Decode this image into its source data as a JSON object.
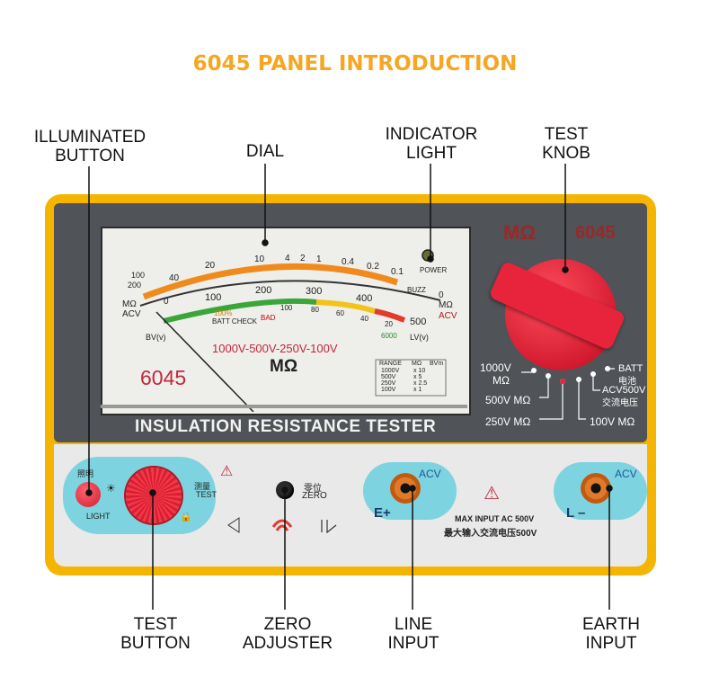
{
  "title": "6045 PANEL INTRODUCTION",
  "colors": {
    "title": "#f5a623",
    "body": "#f4b400",
    "knob": "#e8243c",
    "accent": "#7dd3df"
  },
  "callouts": {
    "illuminated": [
      "ILLUMINATED",
      "BUTTON"
    ],
    "dial": "DIAL",
    "indicator": [
      "INDICATOR",
      "LIGHT"
    ],
    "test_knob": [
      "TEST",
      "KNOB"
    ],
    "test_button": [
      "TEST",
      "BUTTON"
    ],
    "zero_adjuster": [
      "ZERO",
      "ADJUSTER"
    ],
    "line_input": [
      "LINE",
      "INPUT"
    ],
    "earth_input": [
      "EARTH",
      "INPUT"
    ]
  },
  "meter": {
    "power": "POWER",
    "top_scale": [
      "100",
      "200",
      "40",
      "20",
      "10",
      "4",
      "2",
      "1",
      "0.4",
      "0.2",
      "0.1"
    ],
    "buzz": "BUZZ",
    "mid_scale": [
      "0",
      "100",
      "200",
      "300",
      "400",
      "500",
      "0"
    ],
    "mohm_left": "MΩ",
    "acv_left": "ACV",
    "mohm_right": "MΩ",
    "acv_right": "ACV",
    "batt_check": "BATT CHECK",
    "bad": "BAD",
    "bv": "BV(v)",
    "lv": "LV(v)",
    "low_scale": [
      "100",
      "80",
      "60",
      "40",
      "20"
    ],
    "batt_marks": [
      "100%",
      "6000"
    ],
    "ranges_line": "1000V-500V-250V-100V",
    "unit": "MΩ",
    "model": "6045",
    "table_headers": [
      "RANGE",
      "MΩ",
      "BVm"
    ],
    "table_rows": [
      [
        "1000V",
        "x 10"
      ],
      [
        "500V",
        "x 5"
      ],
      [
        "250V",
        "x 2.5"
      ],
      [
        "100V",
        "x 1"
      ]
    ],
    "tester_label": "INSULATION RESISTANCE TESTER"
  },
  "brand": {
    "symbol": "MΩ",
    "model": "6045"
  },
  "ranges": {
    "r1000": "1000V",
    "r1000_unit": "MΩ",
    "r500": "500V MΩ",
    "r250": "250V MΩ",
    "batt": "BATT",
    "batt_cn": "电池",
    "acv500": "ACV500V",
    "acv500_cn": "交流电压",
    "r100": "100V MΩ"
  },
  "panel": {
    "light_cn": "照明",
    "light": "LIGHT",
    "test_cn": "测量",
    "test": "TEST",
    "zero_cn": "零位",
    "zero": "ZERO",
    "acv1": "ACV",
    "e_plus": "E+",
    "max_input": "MAX INPUT  AC 500V",
    "max_input_cn": "最大输入交流电压500V",
    "acv2": "ACV",
    "l_minus": "L –"
  }
}
